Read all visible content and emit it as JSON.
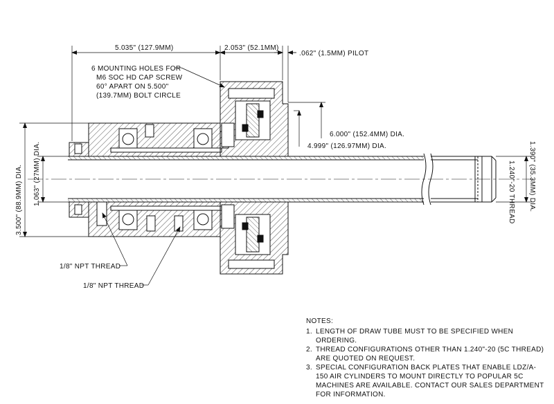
{
  "dimensions": {
    "overall_length": "5.035\" (127.9MM)",
    "housing_width": "2.053\" (52.1MM)",
    "pilot": ".062\" (1.5MM) PILOT",
    "mounting_holes": [
      "6 MOUNTING HOLES FOR",
      "M6 SOC HD CAP SCREW",
      "60° APART ON 5.500\"",
      "(139.7MM) BOLT CIRCLE"
    ],
    "outer_dia": "6.000\" (152.4MM) DIA.",
    "pilot_dia": "4.999\" (126.97MM) DIA.",
    "left_dia_outer": "3.500\" (88.9MM) DIA.",
    "left_dia_inner": "1.063\" (27MM) DIA.",
    "tube_dia": "1.390\" (35.3MM) DIA.",
    "thread": "1.240\"-20 THREAD",
    "npt_upper": "1/8\" NPT THREAD",
    "npt_lower": "1/8\" NPT THREAD"
  },
  "notes": {
    "title": "NOTES:",
    "items": [
      {
        "num": "1.",
        "text": "LENGTH OF DRAW TUBE MUST TO BE SPECIFIED WHEN ORDERING."
      },
      {
        "num": "2.",
        "text": "THREAD CONFIGURATIONS OTHER THAN 1.240\"-20 (5C THREAD) ARE QUOTED ON REQUEST."
      },
      {
        "num": "3.",
        "text": "SPECIAL CONFIGURATION BACK PLATES THAT ENABLE LDZ/A-150 AIR CYLINDERS TO MOUNT DIRECTLY TO POPULAR 5C MACHINES ARE AVAILABLE. CONTACT OUR SALES DEPARTMENT FOR INFORMATION."
      }
    ]
  }
}
